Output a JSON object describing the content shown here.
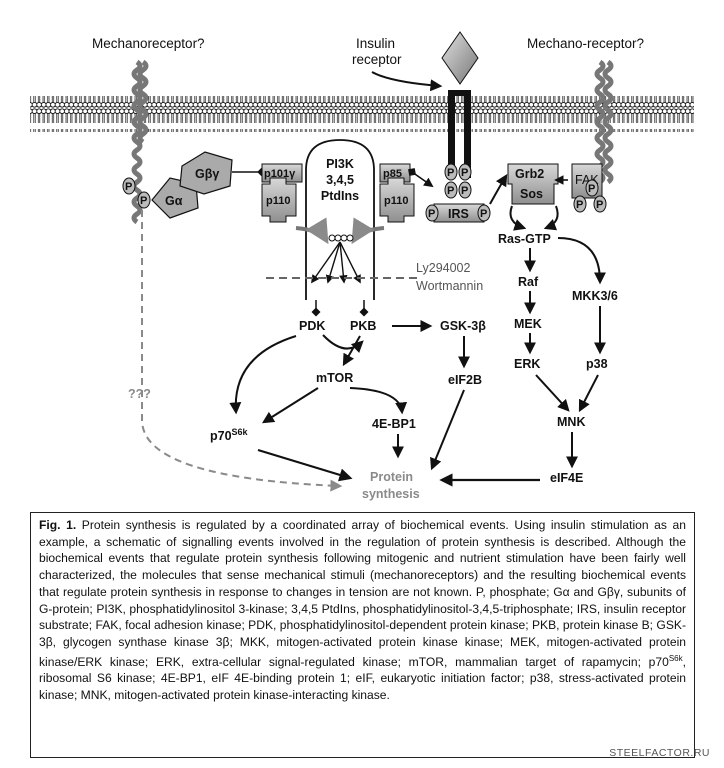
{
  "membrane": {
    "mechanoreceptor_left": "Mechanoreceptor?",
    "mechanoreceptor_right": "Mechano-receptor?",
    "insulin_receptor": [
      "Insulin",
      "receptor"
    ]
  },
  "proteins": {
    "g_beta_gamma": "Gβγ",
    "g_alpha": "Gα",
    "p101": "p101γ",
    "p110_left": "p110",
    "p110_right": "p110",
    "p85": "p85",
    "pi3k": [
      "PI3K",
      "3,4,5",
      "PtdIns"
    ],
    "irs": "IRS",
    "grb2": "Grb2",
    "sos": "Sos",
    "fak": "FAK",
    "phospho": "P"
  },
  "nodes": {
    "ras_gtp": "Ras-GTP",
    "raf": "Raf",
    "mek": "MEK",
    "erk": "ERK",
    "mkk": "MKK3/6",
    "p38": "p38",
    "mnk": "MNK",
    "eif4e": "eIF4E",
    "pdk": "PDK",
    "pkb": "PKB",
    "gsk": "GSK-3β",
    "eif2b": "eIF2B",
    "mtor": "mTOR",
    "p70_base": "p70",
    "p70_sup": "S6k",
    "ebp1": "4E-BP1",
    "protein_synthesis": [
      "Protein",
      "synthesis"
    ],
    "unknown": "???"
  },
  "inhibitors": [
    "Ly294002",
    "Wortmannin"
  ],
  "caption": {
    "label": "Fig. 1.",
    "text_a": " Protein synthesis is regulated by a coordinated array of biochemical events. Using insulin stimulation as an example, a schematic of signalling events involved in the regulation of protein synthesis is described. Although the biochemical events that regulate protein synthesis following mitogenic and nutrient stimulation have been fairly well characterized, the molecules that sense mechanical stimuli (mechanoreceptors) and the resulting biochemical events that regulate protein synthesis in response to changes in tension are not known. P, phosphate; Gα and Gβγ, subunits of G-protein; PI3K, phosphatidylinositol 3-kinase; 3,4,5 PtdIns, phosphatidylinositol-3,4,5-triphosphate; IRS, insulin receptor substrate; FAK, focal adhesion kinase; PDK, phosphatidylinositol-dependent protein kinase; PKB, protein kinase B; GSK-3β, glycogen synthase kinase 3β; MKK, mitogen-activated protein kinase kinase; MEK, mitogen-activated protein kinase/ERK kinase; ERK, extra-cellular signal-regulated kinase; mTOR, mammalian target of rapamycin; p70",
    "text_sup": "S6k",
    "text_b": ", ribosomal S6 kinase; 4E-BP1, eIF 4E-binding protein 1; eIF, eukaryotic initiation factor; p38, stress-activated protein kinase; MNK, mitogen-activated protein kinase-interacting kinase."
  },
  "watermark": "STEELFACTOR.RU"
}
